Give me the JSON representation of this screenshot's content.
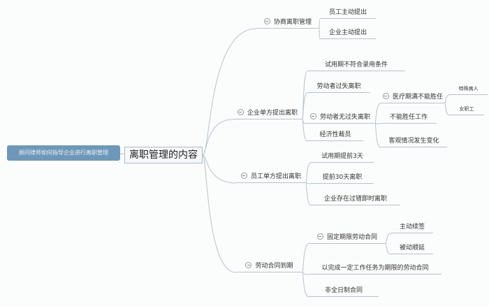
{
  "source": "顾问律师如何指导企业进行离职管理",
  "root": "离职管理的内容",
  "n": {
    "b1": "协商离职管理",
    "b1a": "员工主动提出",
    "b1b": "企业主动提出",
    "b2": "企业单方提出离职",
    "b2a": "试用期不符合录用条件",
    "b2b": "劳动者过失离职",
    "b2c": "劳动者无过失离职",
    "b2d": "经济性裁员",
    "b2c1": "医疗期满不能胜任",
    "b2c2": "不能胜任工作",
    "b2c3": "客观情况发生变化",
    "b2c1a": "特殊病人",
    "b2c1b": "女职工",
    "b3": "员工单方提出离职",
    "b3a": "试用期提前3天",
    "b3b": "提前30天离职",
    "b3c": "企业存在过错即时离职",
    "b4": "劳动合同到期",
    "b4a": "固定期限劳动合同",
    "b4a1": "主动续签",
    "b4a2": "被动顺延",
    "b4b": "以完成一定工作任务为期限的劳动合同",
    "b4c": "非全日制合同"
  }
}
